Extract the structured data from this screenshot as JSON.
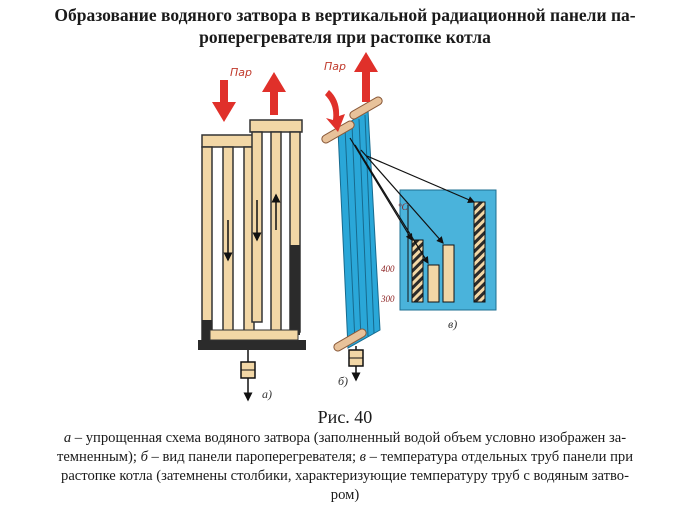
{
  "title_lines": [
    "Образование водяного затвора в вертикальной радиационной панели па-",
    "роперегревателя при растопке котла"
  ],
  "figure": {
    "steam_label_a": "Пар",
    "steam_label_b": "Пар",
    "label_a": "а)",
    "label_b": "б)",
    "label_v": "в)",
    "unit_label": "°С",
    "tick_400": "400",
    "tick_300": "300"
  },
  "caption": {
    "fig_title": "Рис. 40",
    "a_mark": "а",
    "a_text": " – упрощенная схема водяного затвора (заполненный водой объем условно изображен за-",
    "line2_pre": "темненным); ",
    "b_mark": "б",
    "b_text": " – вид панели пароперегревателя; ",
    "v_mark": "в",
    "v_text": " – температура отдельных труб панели при",
    "line3": "растопке котла (затемнены столбики, характеризующие температуру труб с водяным затво-",
    "line4": "ром)"
  },
  "colors": {
    "tube_fill": "#f2d7a6",
    "dark": "#2b2b2b",
    "arrow_red": "#e0302a",
    "panel_blue": "#2aa7d8",
    "chart_bg": "#4ab3db"
  }
}
